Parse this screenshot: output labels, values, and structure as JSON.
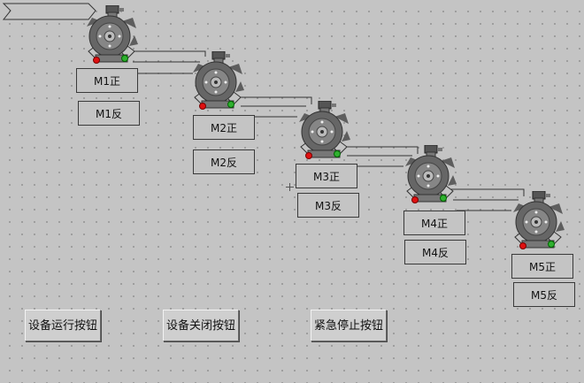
{
  "motors": [
    {
      "id": "m1",
      "forward_label": "M1正",
      "reverse_label": "M1反"
    },
    {
      "id": "m2",
      "forward_label": "M2正",
      "reverse_label": "M2反"
    },
    {
      "id": "m3",
      "forward_label": "M3正",
      "reverse_label": "M3反"
    },
    {
      "id": "m4",
      "forward_label": "M4正",
      "reverse_label": "M4反"
    },
    {
      "id": "m5",
      "forward_label": "M5正",
      "reverse_label": "M5反"
    }
  ],
  "buttons": {
    "run": "设备运行按钮",
    "stop": "设备关闭按钮",
    "emergency": "紧急停止按钮"
  },
  "colors": {
    "background": "#c4c4c4",
    "motor_body": "#6a6a6a",
    "indicator_red": "#e01010",
    "indicator_green": "#2fb02f"
  },
  "icons": {
    "motor": "motor-icon",
    "indicator_red": "red-indicator-icon",
    "indicator_green": "green-indicator-icon"
  }
}
